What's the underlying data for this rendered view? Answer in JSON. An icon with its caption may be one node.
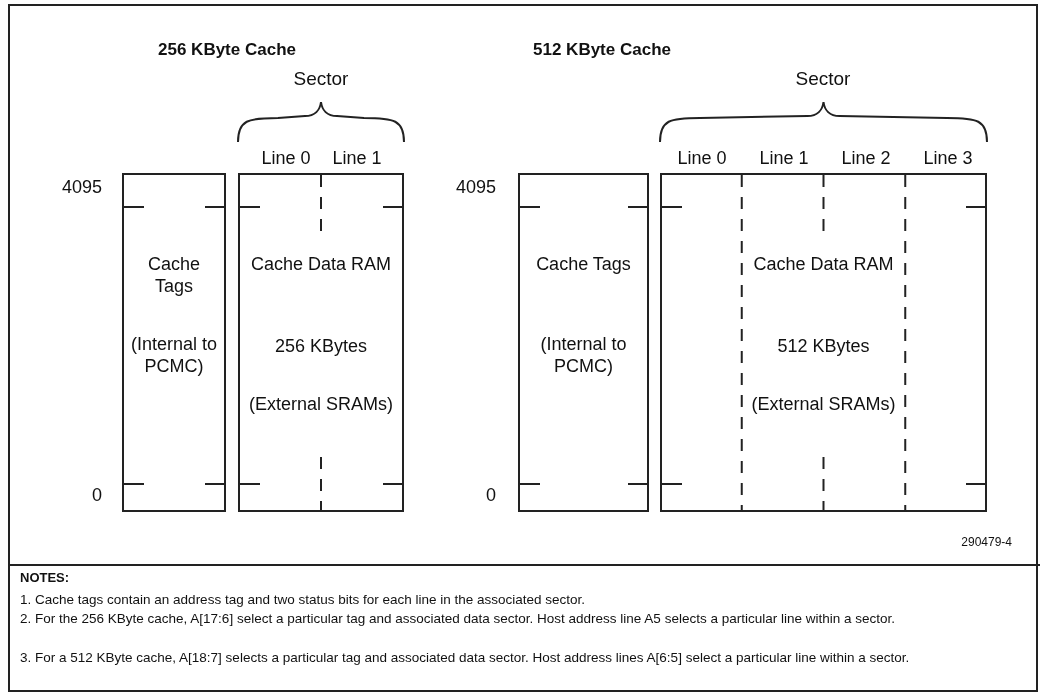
{
  "diagram": {
    "nodes": [
      {
        "text": [
          "Cache Tags",
          "(Internal to PCMC)"
        ]
      },
      {
        "text": [
          "Cache Data RAM",
          "256 KBytes",
          "(External SRAMs)"
        ]
      },
      {
        "text": [
          "Cache Tags",
          "(Internal to PCMC)"
        ]
      },
      {
        "text": [
          "Cache Data RAM",
          "512 KBytes",
          "(External SRAMs)"
        ]
      }
    ],
    "labels": [
      "256 KByte Cache",
      "512 KByte Cache",
      "Sector",
      "Sector",
      "Line 0",
      "Line 1",
      "Line 0",
      "Line 1",
      "Line 2",
      "Line 3",
      "4095",
      "4095",
      "0",
      "0",
      "290479-4",
      "NOTES:",
      "1. Cache tags contain an address tag and two status bits for each line in the associated sector.",
      "2. For the 256 KByte cache, A[17:6] select a particular tag and associated data sector. Host address line A5 selects a particular line within a sector.",
      "3. For a 512 KByte cache, A[18:7] selects a particular tag and associated data sector. Host address lines A[6:5] select a particular line within a sector."
    ]
  }
}
